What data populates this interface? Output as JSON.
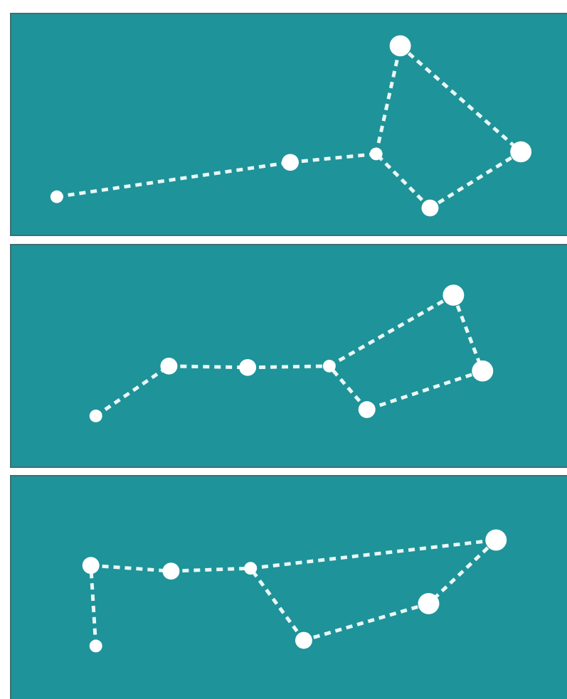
{
  "colors": {
    "background": "#1e9399",
    "line": "#eaf7f7",
    "star": "#ffffff"
  },
  "panels": [
    {
      "name": "constellation-panel-1",
      "stars": [
        {
          "id": "tail",
          "size": "small"
        },
        {
          "id": "star-2",
          "size": "medium"
        },
        {
          "id": "junction",
          "size": "small"
        },
        {
          "id": "top",
          "size": "large"
        },
        {
          "id": "right",
          "size": "large"
        },
        {
          "id": "bottom",
          "size": "medium"
        }
      ],
      "edges": [
        [
          "tail",
          "star-2"
        ],
        [
          "star-2",
          "junction"
        ],
        [
          "junction",
          "top"
        ],
        [
          "top",
          "right"
        ],
        [
          "right",
          "bottom"
        ],
        [
          "bottom",
          "junction"
        ]
      ]
    },
    {
      "name": "constellation-panel-2",
      "stars": [
        {
          "id": "tail",
          "size": "small"
        },
        {
          "id": "star-2",
          "size": "medium"
        },
        {
          "id": "star-3",
          "size": "medium"
        },
        {
          "id": "junction",
          "size": "small"
        },
        {
          "id": "top",
          "size": "large"
        },
        {
          "id": "right",
          "size": "large"
        },
        {
          "id": "bottom",
          "size": "medium"
        }
      ],
      "edges": [
        [
          "tail",
          "star-2"
        ],
        [
          "star-2",
          "star-3"
        ],
        [
          "star-3",
          "junction"
        ],
        [
          "junction",
          "top"
        ],
        [
          "top",
          "right"
        ],
        [
          "right",
          "bottom"
        ],
        [
          "bottom",
          "junction"
        ]
      ]
    },
    {
      "name": "constellation-panel-3",
      "stars": [
        {
          "id": "tail",
          "size": "small"
        },
        {
          "id": "corner",
          "size": "medium"
        },
        {
          "id": "star-3",
          "size": "medium"
        },
        {
          "id": "junction",
          "size": "small"
        },
        {
          "id": "top",
          "size": "large"
        },
        {
          "id": "right",
          "size": "large"
        },
        {
          "id": "bottom",
          "size": "medium"
        }
      ],
      "edges": [
        [
          "tail",
          "corner"
        ],
        [
          "corner",
          "star-3"
        ],
        [
          "star-3",
          "junction"
        ],
        [
          "junction",
          "top"
        ],
        [
          "top",
          "right"
        ],
        [
          "right",
          "bottom"
        ],
        [
          "bottom",
          "junction"
        ]
      ]
    }
  ]
}
